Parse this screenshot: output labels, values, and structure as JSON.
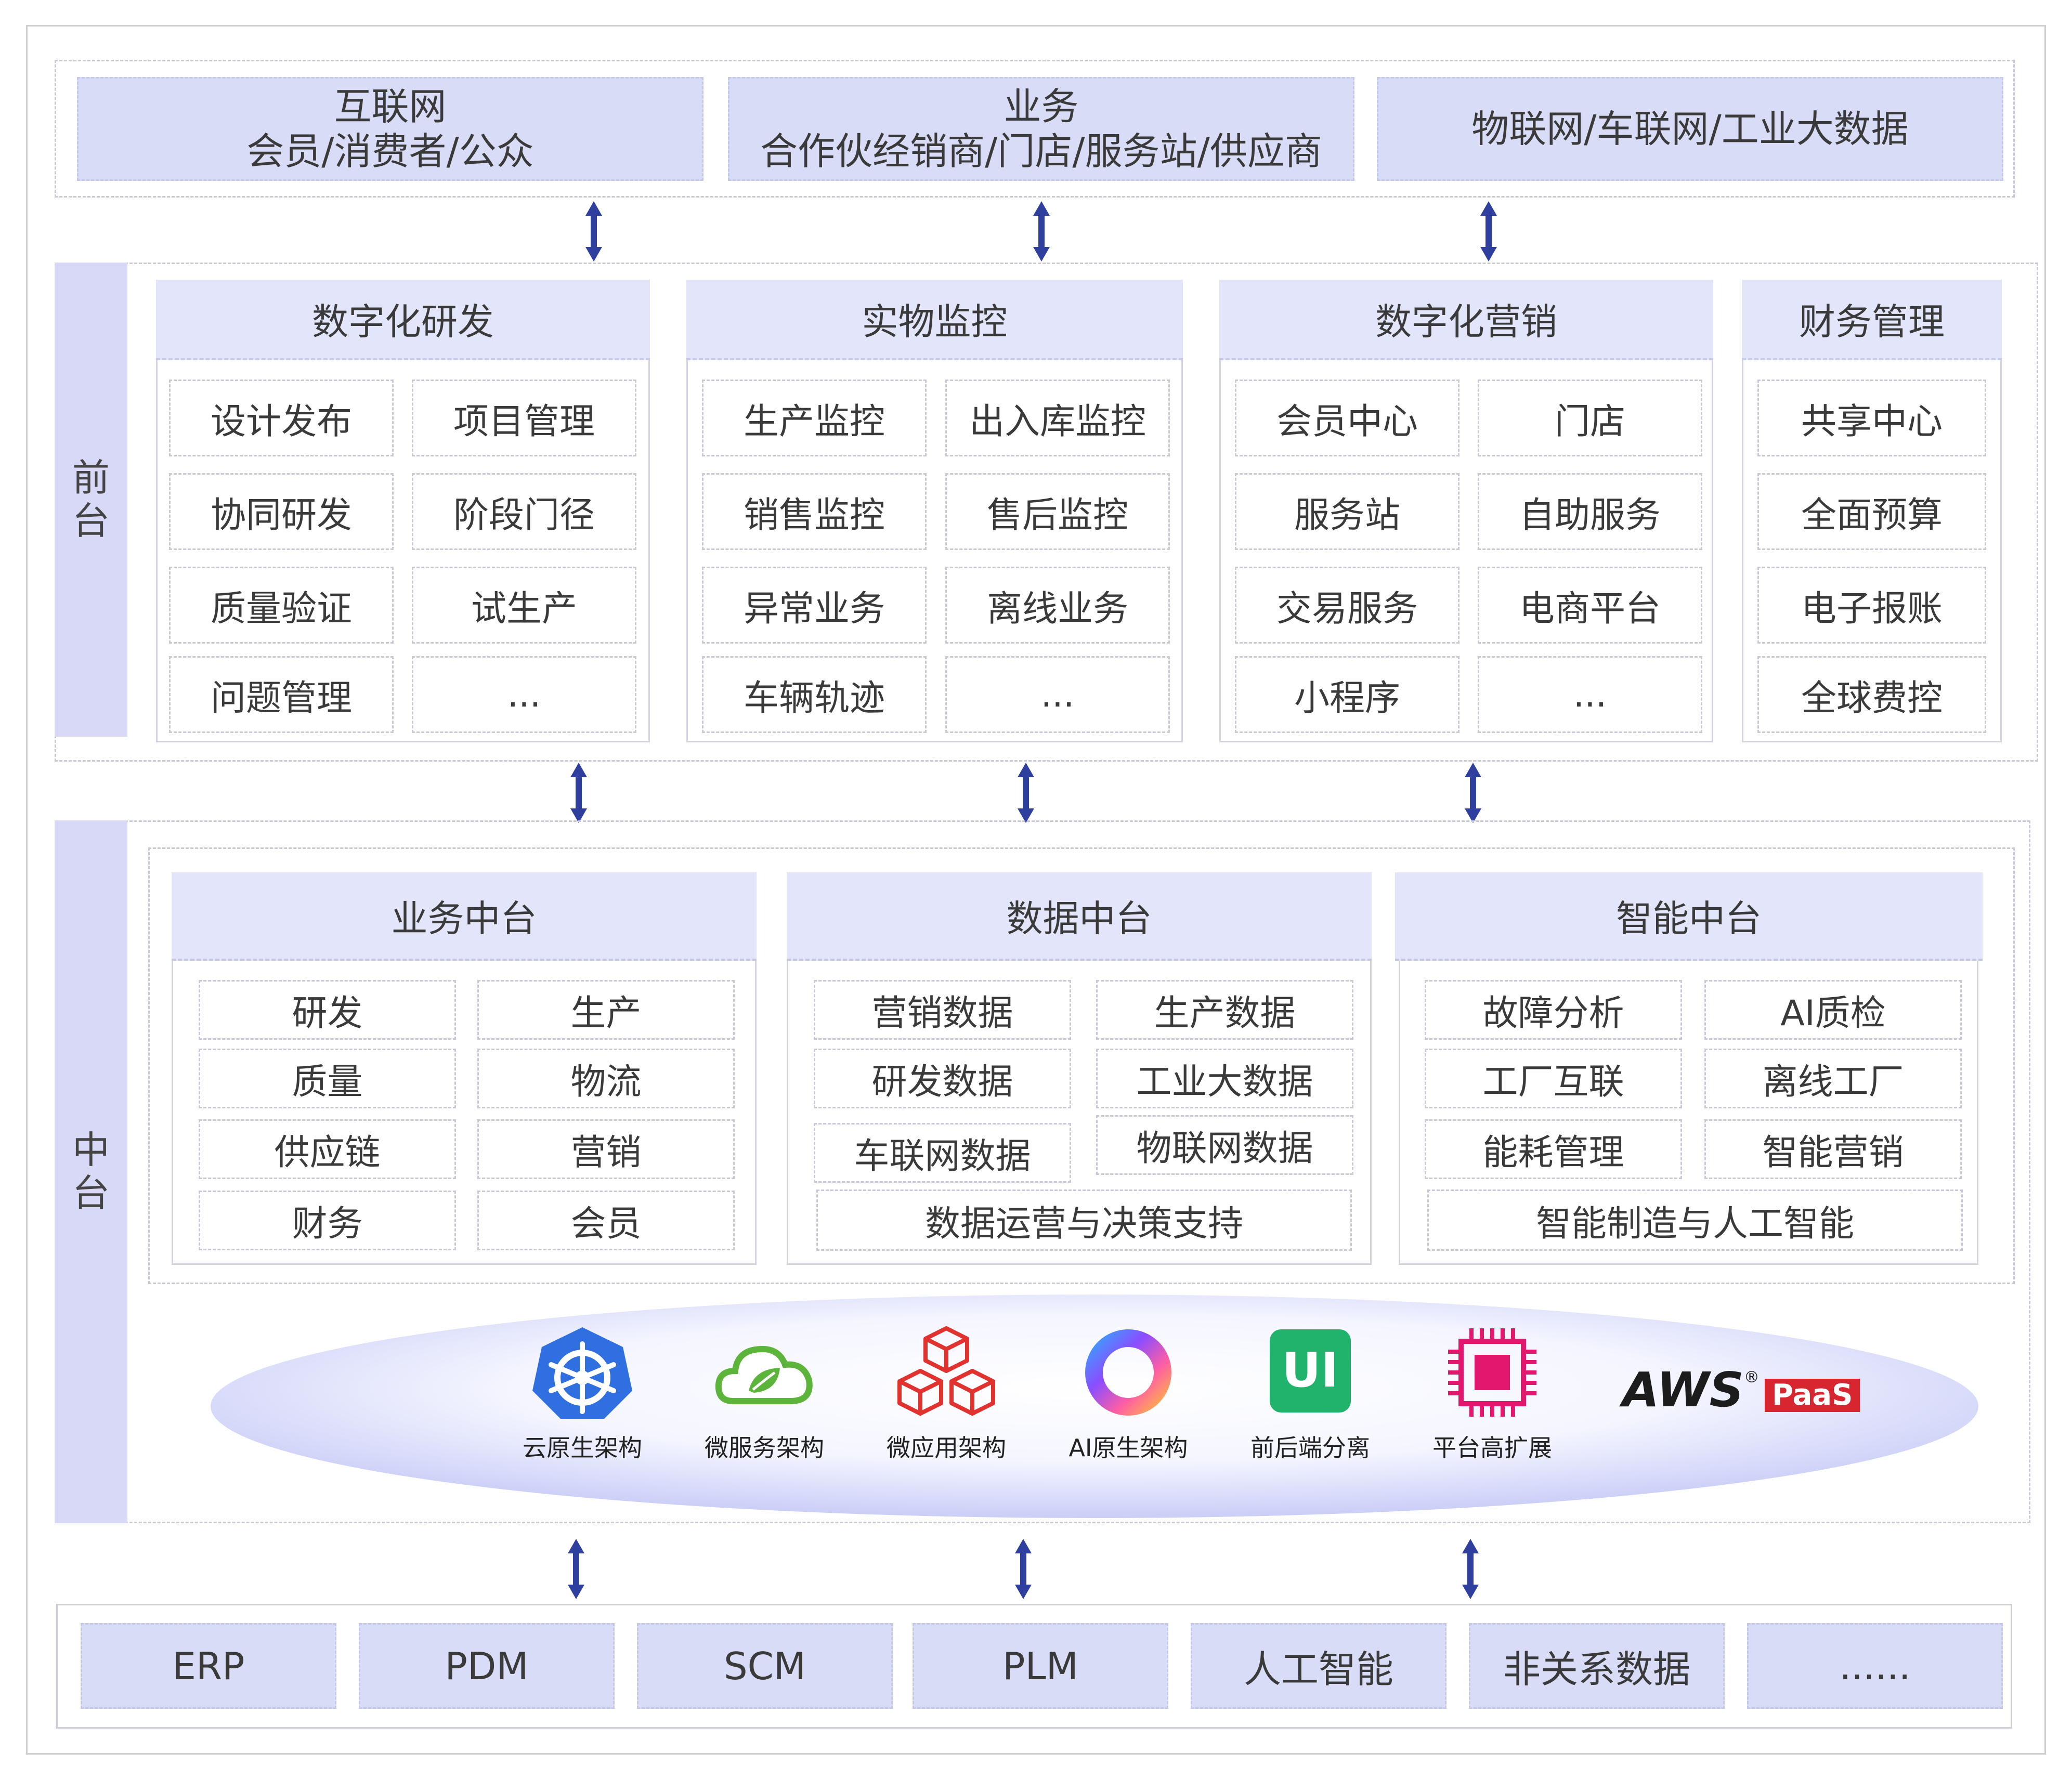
{
  "top_channels": [
    {
      "line1": "互联网",
      "line2": "会员/消费者/公众"
    },
    {
      "line1": "业务",
      "line2": "合作伙经销商/门店/服务站/供应商"
    },
    {
      "line1": "物联网/车联网/工业大数据",
      "line2": ""
    }
  ],
  "front": {
    "side_label": "前\n台",
    "sections": [
      {
        "title": "数字化研发",
        "items": [
          "设计发布",
          "项目管理",
          "协同研发",
          "阶段门径",
          "质量验证",
          "试生产",
          "问题管理",
          "..."
        ]
      },
      {
        "title": "实物监控",
        "items": [
          "生产监控",
          "出入库监控",
          "销售监控",
          "售后监控",
          "异常业务",
          "离线业务",
          "车辆轨迹",
          "..."
        ]
      },
      {
        "title": "数字化营销",
        "items": [
          "会员中心",
          "门店",
          "服务站",
          "自助服务",
          "交易服务",
          "电商平台",
          "小程序",
          "..."
        ]
      },
      {
        "title": "财务管理",
        "items": [
          "共享中心",
          "全面预算",
          "电子报账",
          "全球费控"
        ]
      }
    ]
  },
  "middle": {
    "side_label": "中\n台",
    "sections": [
      {
        "title": "业务中台",
        "items": [
          "研发",
          "生产",
          "质量",
          "物流",
          "供应链",
          "营销",
          "财务",
          "会员"
        ],
        "footer": ""
      },
      {
        "title": "数据中台",
        "items": [
          "营销数据",
          "生产数据",
          "研发数据",
          "工业大数据",
          "车联网数据",
          "物联网数据"
        ],
        "footer": "数据运营与决策支持"
      },
      {
        "title": "智能中台",
        "items": [
          "故障分析",
          "AI质检",
          "工厂互联",
          "离线工厂",
          "能耗管理",
          "智能营销"
        ],
        "footer": "智能制造与人工智能"
      }
    ],
    "tech": [
      {
        "label": "云原生架构",
        "icon": "kubernetes-icon"
      },
      {
        "label": "微服务架构",
        "icon": "spring-cloud-icon"
      },
      {
        "label": "微应用架构",
        "icon": "cubes-icon"
      },
      {
        "label": "AI原生架构",
        "icon": "ai-ring-icon"
      },
      {
        "label": "前后端分离",
        "icon": "ui-icon"
      },
      {
        "label": "平台高扩展",
        "icon": "chip-icon"
      }
    ],
    "aws_logo": "AWS",
    "aws_reg": "®",
    "paas_badge": "PaaS"
  },
  "bottom_systems": [
    "ERP",
    "PDM",
    "SCM",
    "PLM",
    "人工智能",
    "非关系数据",
    "......"
  ],
  "colors": {
    "header_fill": "#e3e6fb",
    "cell_fill": "#d9dcf7",
    "arrow": "#2f3f9e",
    "paas_red": "#d7262f"
  }
}
